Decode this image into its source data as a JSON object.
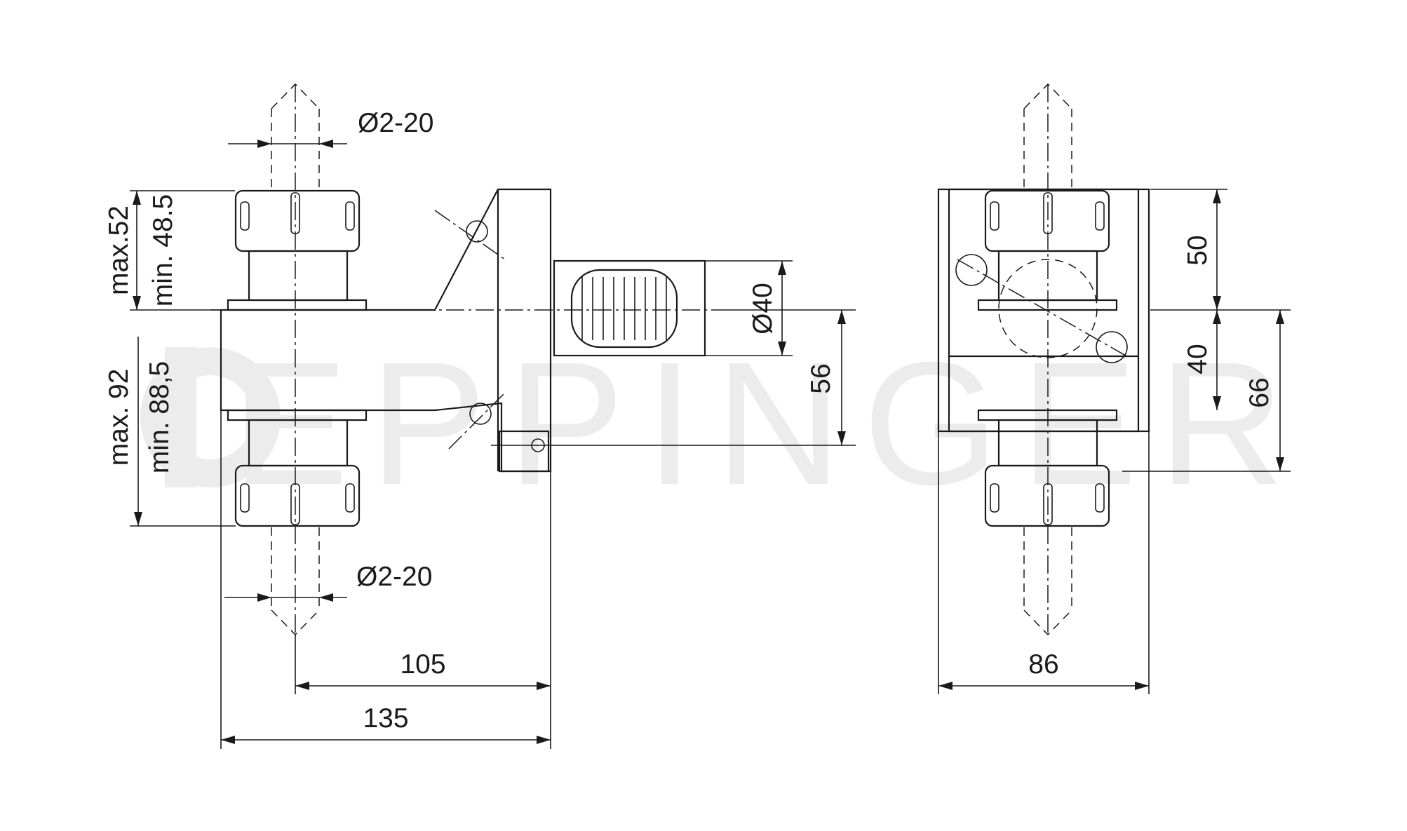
{
  "watermark": "EPPINGER",
  "dimensions": {
    "dia_top": "Ø2-20",
    "dia_bottom": "Ø2-20",
    "max_top": "max.52",
    "min_top": "min. 48.5",
    "max_bottom": "max. 92",
    "min_bottom": "min. 88,5",
    "shank_dia": "Ø40",
    "height_56": "56",
    "len_105": "105",
    "len_135": "135",
    "width_86": "86",
    "height_50": "50",
    "height_40": "40",
    "height_66": "66"
  }
}
